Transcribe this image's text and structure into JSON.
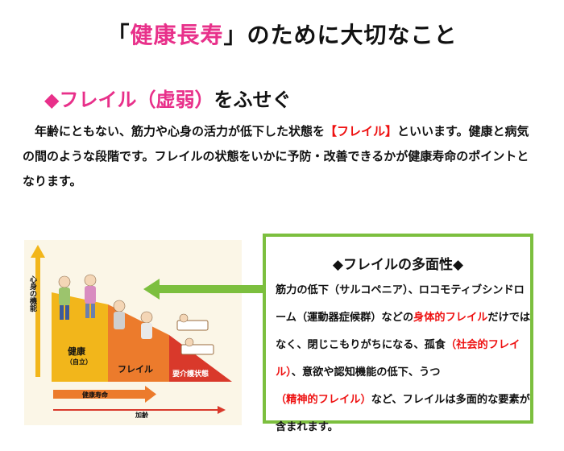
{
  "title": {
    "open": "「",
    "highlight": "健康長寿",
    "close": "」",
    "rest": "のために大切なこと"
  },
  "section": {
    "marker": "◆",
    "pink": "フレイル（虚弱）",
    "rest": "をふせぐ"
  },
  "paragraph": {
    "part1": "　年齢にともない、筋力や心身の活力が低下した状態を",
    "highlight": "【フレイル】",
    "part2": "といいます。健康と病気の間のような段階です。フレイルの状態をいかに予防・改善できるかが健康寿命のポイントとなります。"
  },
  "diagram": {
    "y_label": "心身の機能",
    "stage_healthy": "健康",
    "stage_healthy_sub": "（自立）",
    "stage_frail": "フレイル",
    "stage_care": "要介護状態",
    "arrow_lifespan": "健康寿命",
    "arrow_age": "加齢",
    "colors": {
      "yellow": "#f2b61b",
      "orange": "#ec7b2c",
      "red": "#d9392b",
      "arrow_green": "#7cbf3e"
    }
  },
  "box": {
    "title": "◆フレイルの多面性◆",
    "text1": "筋力の低下（サルコペニア）、ロコモティブシンドローム（運動器症候群）などの",
    "red1": "身体的フレイル",
    "text2": "だけではなく、閉じこもりがちになる、孤食",
    "red2": "（社会的フレイル）",
    "text3": "、意欲や認知機能の低下、うつ",
    "red3": "（精神的フレイル）",
    "text4": "など、フレイルは多面的な要素が含まれます。"
  }
}
